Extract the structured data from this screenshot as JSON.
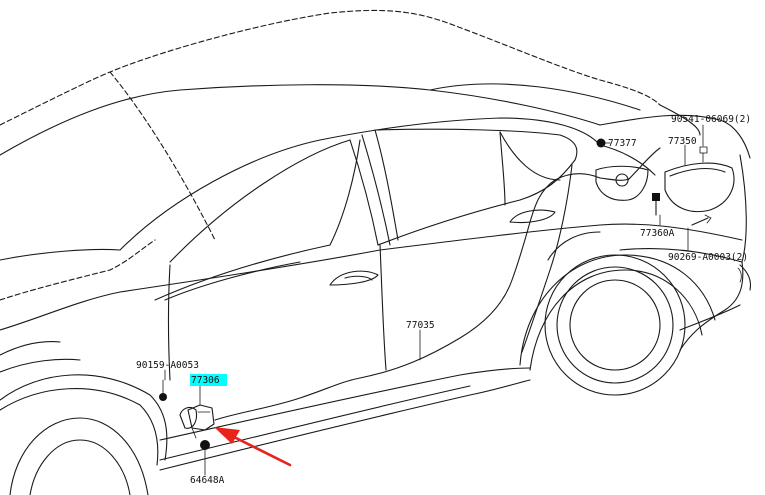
{
  "parts": {
    "p_90541": "90541-06069(2)",
    "p_77377": "77377",
    "p_77350": "77350",
    "p_77360a": "77360A",
    "p_90269": "90269-A0003(2)",
    "p_77035": "77035",
    "p_90159": "90159-A0053",
    "p_77306": "77306",
    "p_64648a": "64648A"
  },
  "colors": {
    "highlight": "#00ffff",
    "pointer_arrow": "#e8231c",
    "line": "#1a1a1a"
  }
}
